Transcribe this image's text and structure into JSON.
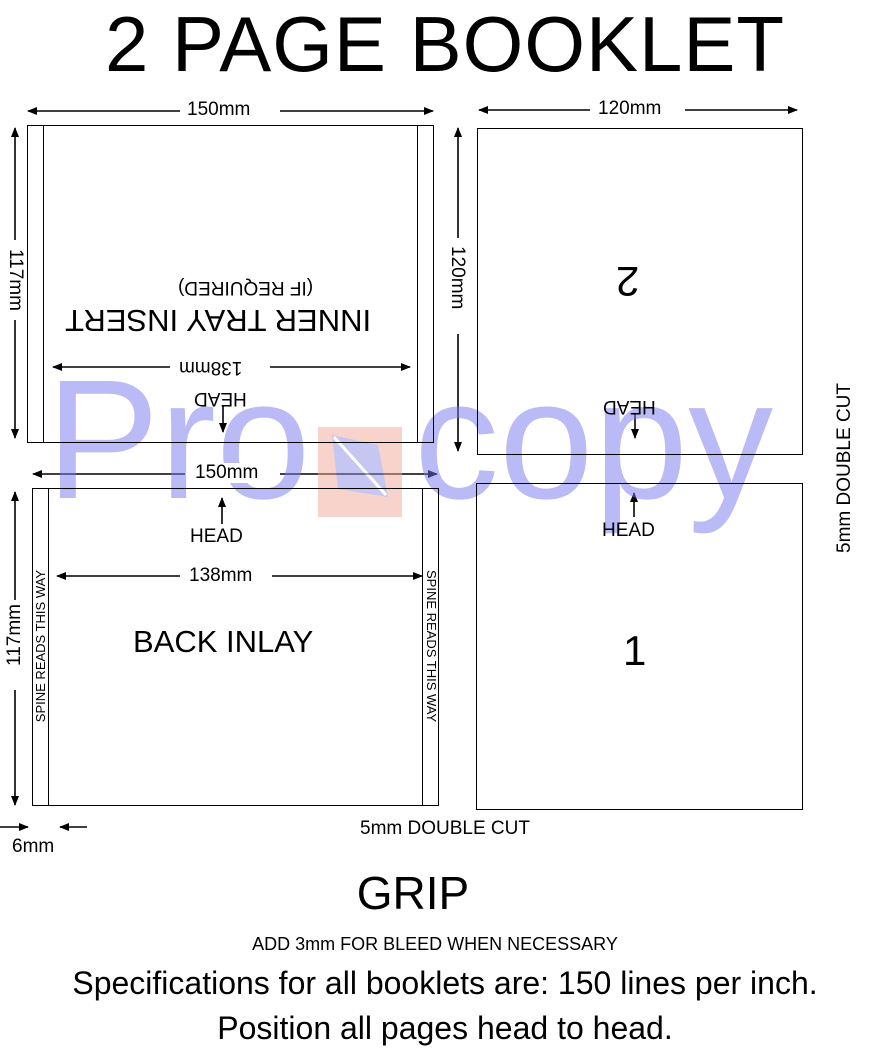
{
  "title": "2 PAGE BOOKLET",
  "watermark": {
    "text_left": "Pro",
    "text_right": "copy",
    "color": "#8c8cf0",
    "logo_fill": "#f0a898",
    "logo_mark": "#9d9de8"
  },
  "inner_tray": {
    "width_label": "150mm",
    "height_label": "117mm",
    "title": "INNER TRAY INSERT",
    "subtitle": "(IF REQUIRED)",
    "inner_width_label": "138mm",
    "head_label": "HEAD"
  },
  "page2": {
    "width_label": "120mm",
    "height_label": "120mm",
    "number": "2",
    "head_label": "HEAD"
  },
  "back_inlay": {
    "width_label": "150mm",
    "height_label": "117mm",
    "title": "BACK INLAY",
    "inner_width_label": "138mm",
    "head_label": "HEAD",
    "spine_left": "SPINE READS THIS WAY",
    "spine_right": "SPINE READS THIS WAY",
    "spine_label": "6mm"
  },
  "page1": {
    "number": "1",
    "head_label": "HEAD"
  },
  "cut_right": "5mm DOUBLE CUT",
  "cut_bottom": "5mm DOUBLE CUT",
  "grip": "GRIP",
  "bleed_note": "ADD 3mm FOR BLEED WHEN NECESSARY",
  "spec_line1": "Specifications for all booklets are: 150 lines per inch.",
  "spec_line2": "Position all pages head to head."
}
